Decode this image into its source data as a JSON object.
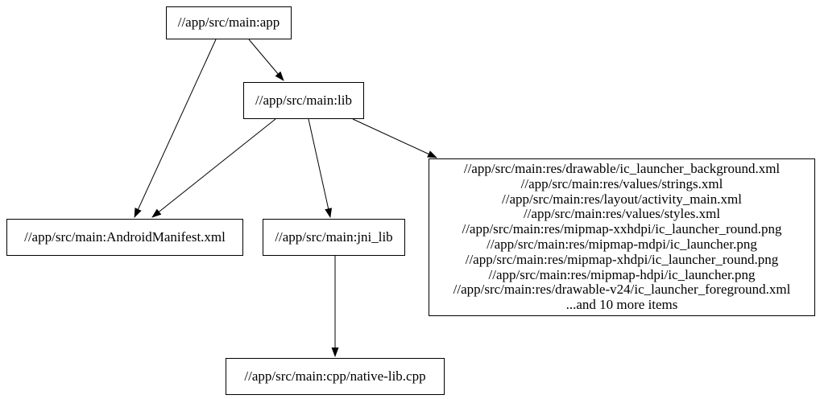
{
  "graph": {
    "title": "bazel-dependency-graph",
    "colors": {
      "node_border": "#000000",
      "node_fill": "#ffffff",
      "edge": "#000000",
      "text": "#000000",
      "background": "#ffffff"
    },
    "nodes": {
      "app": {
        "label": "//app/src/main:app"
      },
      "lib": {
        "label": "//app/src/main:lib"
      },
      "manifest": {
        "label": "//app/src/main:AndroidManifest.xml"
      },
      "jni_lib": {
        "label": "//app/src/main:jni_lib"
      },
      "native_lib": {
        "label": "//app/src/main:cpp/native-lib.cpp"
      },
      "resources": {
        "lines": [
          "//app/src/main:res/drawable/ic_launcher_background.xml",
          "//app/src/main:res/values/strings.xml",
          "//app/src/main:res/layout/activity_main.xml",
          "//app/src/main:res/values/styles.xml",
          "//app/src/main:res/mipmap-xxhdpi/ic_launcher_round.png",
          "//app/src/main:res/mipmap-mdpi/ic_launcher.png",
          "//app/src/main:res/mipmap-xhdpi/ic_launcher_round.png",
          "//app/src/main:res/mipmap-hdpi/ic_launcher.png",
          "//app/src/main:res/drawable-v24/ic_launcher_foreground.xml",
          "...and 10 more items"
        ]
      }
    },
    "edges": [
      {
        "from": "//app/src/main:app",
        "to": "//app/src/main:AndroidManifest.xml"
      },
      {
        "from": "//app/src/main:app",
        "to": "//app/src/main:lib"
      },
      {
        "from": "//app/src/main:lib",
        "to": "//app/src/main:AndroidManifest.xml"
      },
      {
        "from": "//app/src/main:lib",
        "to": "//app/src/main:jni_lib"
      },
      {
        "from": "//app/src/main:lib",
        "to": "resource-file-group"
      },
      {
        "from": "//app/src/main:jni_lib",
        "to": "//app/src/main:cpp/native-lib.cpp"
      }
    ]
  }
}
